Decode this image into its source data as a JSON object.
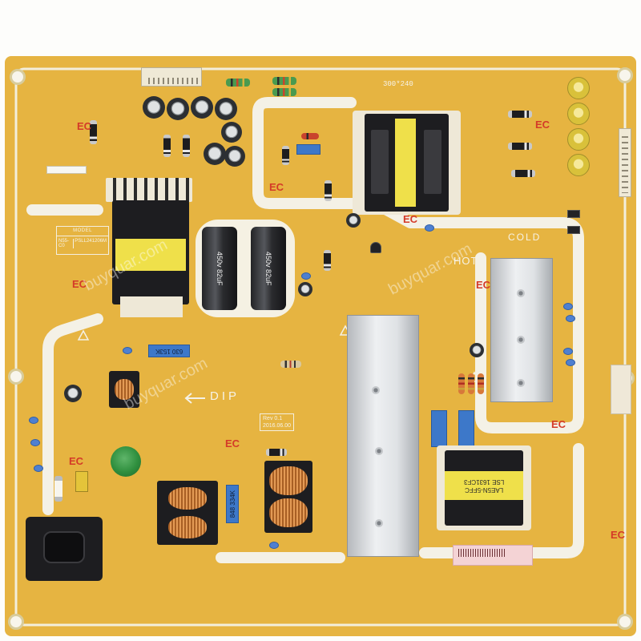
{
  "board": {
    "size_label": "300*240",
    "model_heading": "MODEL",
    "model_code": "N55-C0",
    "part_number": "PSLL241206M",
    "cold_zone_label": "COLD",
    "hot_zone_label": "HOT",
    "dip_label": "DIP",
    "ec_mark": "EC",
    "revision": "Rev 0.1",
    "revision_date": "2016.06.00",
    "colors": {
      "board": "#e6b441",
      "silkscreen": "#f4f1e6",
      "ec_mark": "#d43a28",
      "heatsink": "#dfe2e5",
      "film_capacitor": "#3d78c9"
    }
  },
  "components": {
    "bulk_capacitor_rating": "450v 82uF",
    "film_capacitor_left": "630 153K",
    "film_capacitor_bottom": "848 334K",
    "transformer_label_line1": "LAE5N-5FFC",
    "transformer_label_line2": "LSE 1631CF3"
  },
  "watermark": "buyquar.com"
}
